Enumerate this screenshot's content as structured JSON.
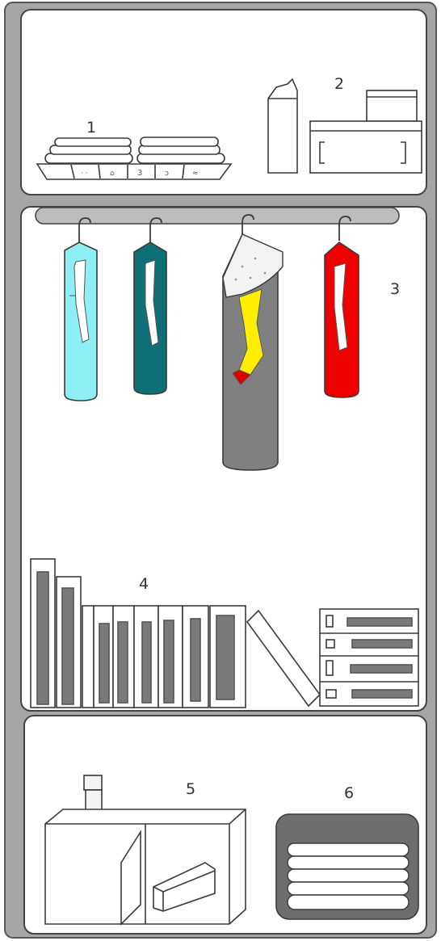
{
  "labels": {
    "n1": "1",
    "n2": "2",
    "n3": "3",
    "n4": "4",
    "n5": "5",
    "n6": "6"
  },
  "colors": {
    "cabinet_frame": "#a6a6a6",
    "outline": "#3a3a3a",
    "rod": "#bdbdbd",
    "dark_gray": "#7a7a7a",
    "garment_light_blue": "#8ef0f5",
    "garment_teal": "#0f6f77",
    "garment_gray": "#808080",
    "garment_yellow": "#ffee00",
    "garment_red": "#ee0000",
    "sleeve_white": "#ffffff"
  },
  "icons": {
    "hanger": "hanger-icon",
    "book": "book-icon",
    "drawer": "drawer-icon"
  }
}
